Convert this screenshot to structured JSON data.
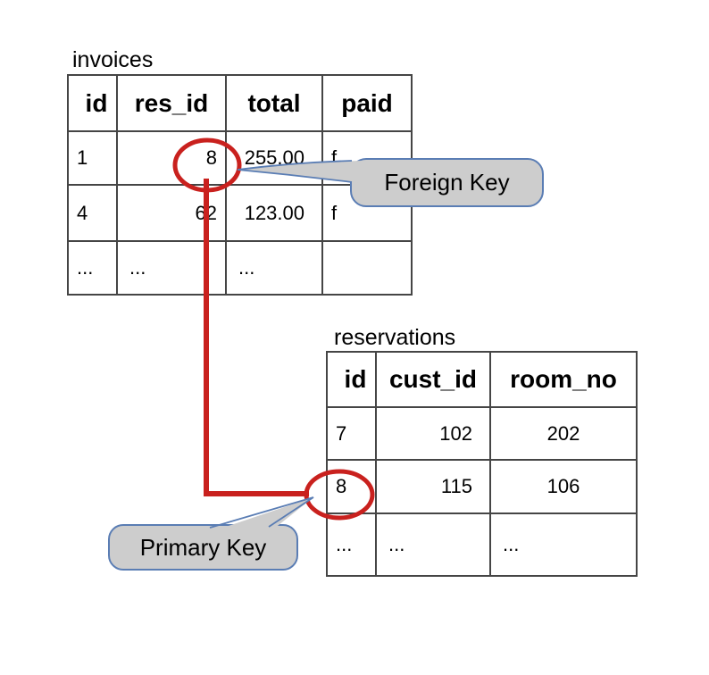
{
  "invoices": {
    "title": "invoices",
    "headers": [
      "id",
      "res_id",
      "total",
      "paid"
    ],
    "rows": [
      [
        "1",
        "8",
        "255.00",
        "f"
      ],
      [
        "4",
        "62",
        "123.00",
        "f"
      ],
      [
        "...",
        "...",
        "...",
        ""
      ]
    ]
  },
  "reservations": {
    "title": "reservations",
    "headers": [
      "id",
      "cust_id",
      "room_no"
    ],
    "rows": [
      [
        "7",
        "102",
        "202"
      ],
      [
        "8",
        "115",
        "106"
      ],
      [
        "...",
        "...",
        "..."
      ]
    ]
  },
  "callouts": {
    "foreign_key": "Foreign Key",
    "primary_key": "Primary Key"
  },
  "colors": {
    "highlight_red": "#c9211e",
    "callout_fill": "#cdcdcd",
    "callout_border": "#5a7db4",
    "grid_border": "#454545"
  }
}
